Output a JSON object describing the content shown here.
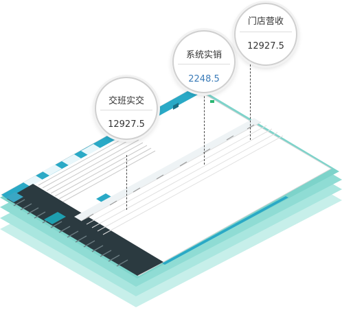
{
  "callouts": {
    "handover": {
      "label": "交班实交",
      "value": "12927.5"
    },
    "system_sales": {
      "label": "系统实销",
      "value": "2248.5"
    },
    "store_revenue": {
      "label": "门店营收",
      "value": "12927.5"
    }
  },
  "colors": {
    "stack_layer": "#8fdcd4",
    "sidebar": "#2b3a40",
    "header_bar": "#2aa9c6",
    "value_highlight": "#3a7bb8",
    "value_default": "#333333"
  },
  "icons": {
    "logo": "app-logo-icon",
    "user": "user-icon"
  }
}
